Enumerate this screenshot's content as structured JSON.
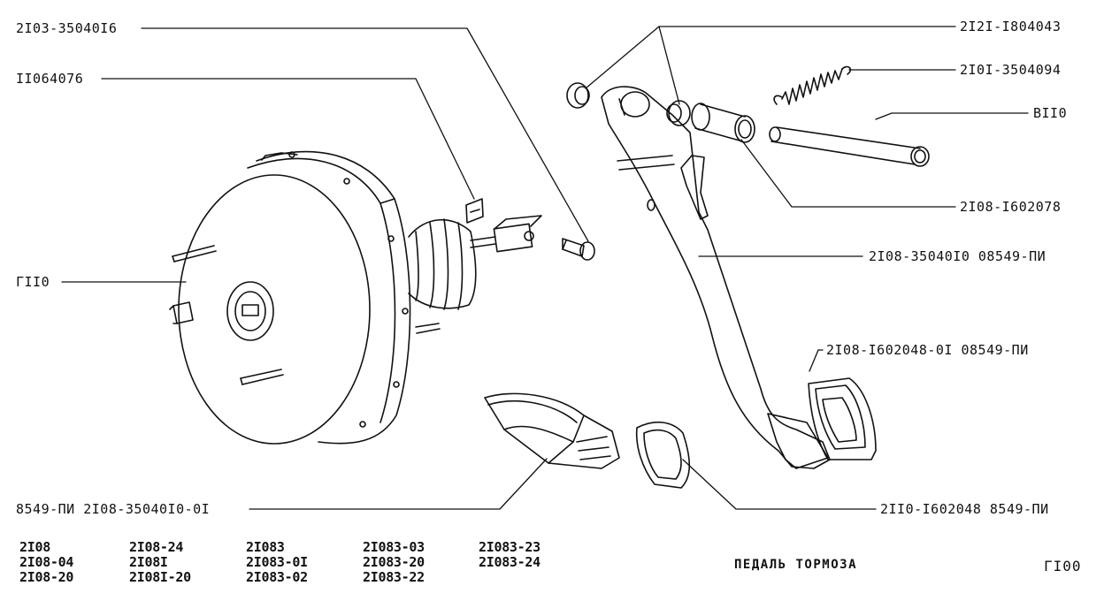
{
  "callouts": {
    "c1": "2I03-35040I6",
    "c2": "II064076",
    "c3": "ГII0",
    "c4": "8549-ПИ 2I08-35040I0-0I",
    "c5": "2I2I-I804043",
    "c6": "2I0I-3504094",
    "c7": "BII0",
    "c8": "2I08-I602078",
    "c9": "2I08-35040I0 08549-ПИ",
    "c10": "2I08-I602048-0I 08549-ПИ",
    "c11": "2II0-I602048 8549-ПИ"
  },
  "models": {
    "col1": [
      "2I08",
      "2I08-04",
      "2I08-20"
    ],
    "col2": [
      "2I08-24",
      "2I08I",
      "2I08I-20"
    ],
    "col3": [
      "2I083",
      "2I083-0I",
      "2I083-02"
    ],
    "col4": [
      "2I083-03",
      "2I083-20",
      "2I083-22"
    ],
    "col5": [
      "2I083-23",
      "2I083-24"
    ]
  },
  "title": "ПЕДАЛЬ ТОРМОЗА",
  "page_code": "ГI00"
}
